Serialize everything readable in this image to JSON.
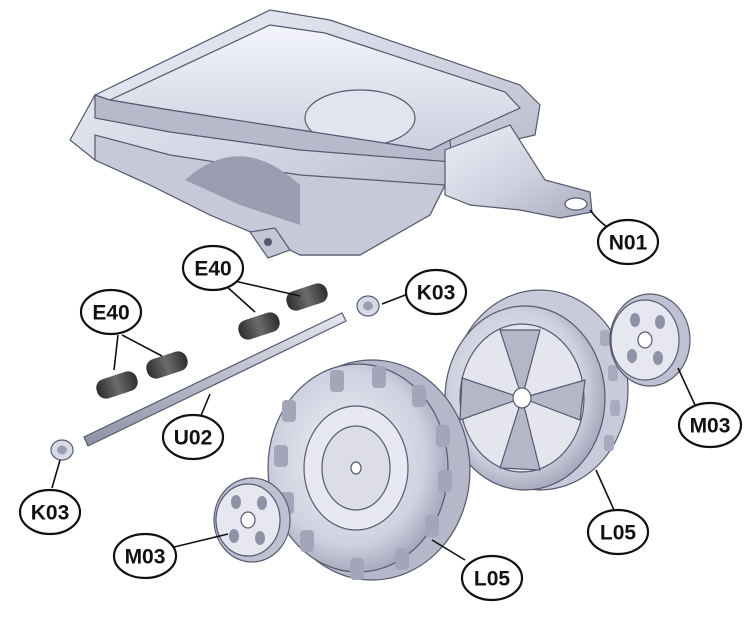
{
  "diagram": {
    "callouts": {
      "n01": "N01",
      "e40_upper": "E40",
      "k03_upper": "K03",
      "e40_left": "E40",
      "u02": "U02",
      "m03_right": "M03",
      "l05_right": "L05",
      "k03_lower": "K03",
      "m03_left": "M03",
      "l05_front": "L05"
    },
    "colors": {
      "part_fill": "#dcdde9",
      "part_shade": "#b9bbcc",
      "part_dark": "#8a8c9e",
      "bushing": "#4a4a4a",
      "outline": "#555a6e"
    }
  }
}
